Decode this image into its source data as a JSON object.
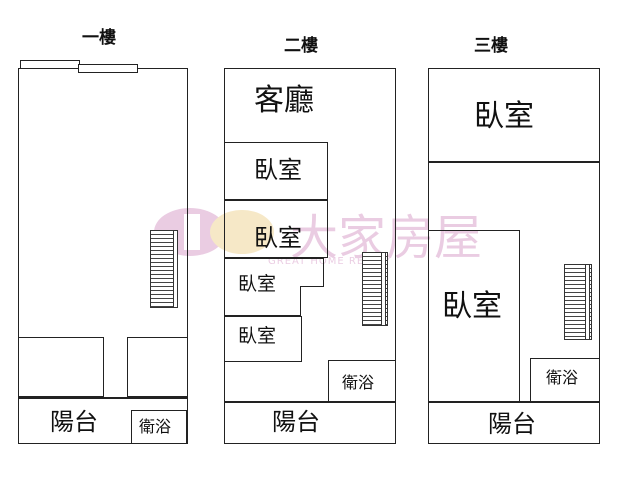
{
  "floors": [
    {
      "title": "一樓",
      "rooms": [
        "陽台",
        "衛浴"
      ]
    },
    {
      "title": "二樓",
      "rooms": [
        "客廳",
        "臥室",
        "臥室",
        "臥室",
        "臥室",
        "衛浴",
        "陽台"
      ]
    },
    {
      "title": "三樓",
      "rooms": [
        "臥室",
        "臥室",
        "衛浴",
        "陽台"
      ]
    }
  ],
  "watermark": {
    "brand": "大家房屋",
    "sub": "GREAT HOME REALTY"
  },
  "colors": {
    "line": "#222222",
    "watermark": "#b54a9a"
  }
}
